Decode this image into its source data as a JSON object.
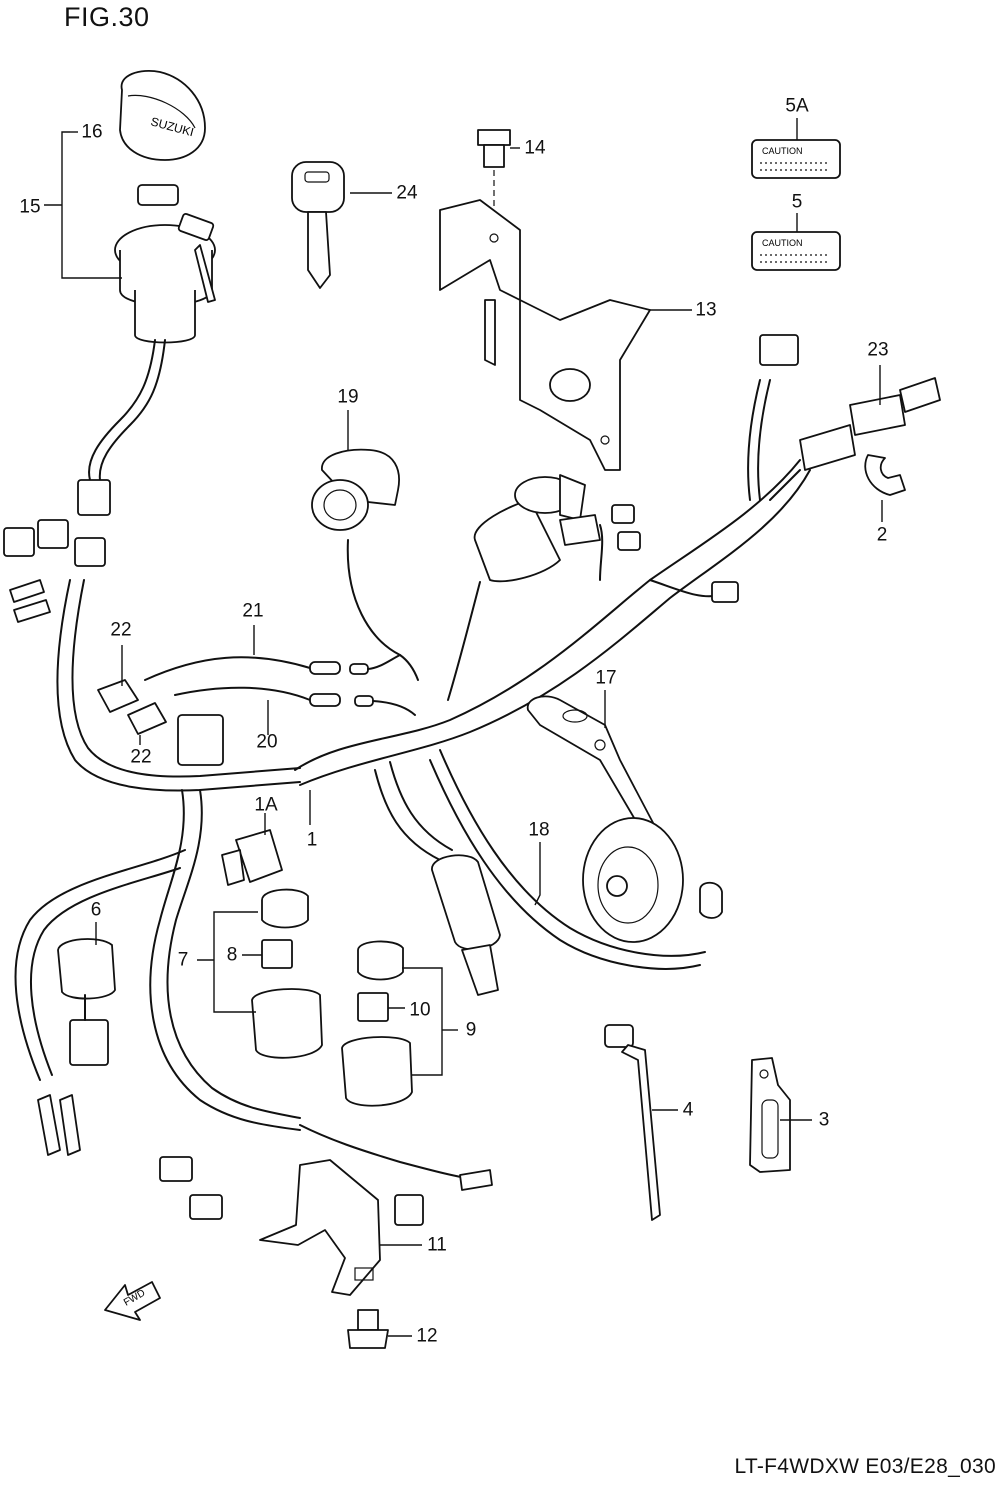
{
  "figure": {
    "title": "FIG.30",
    "code": "LT-F4WDXW E03/E28_030"
  },
  "callouts": {
    "c1": "1",
    "c1A": "1A",
    "c2": "2",
    "c3": "3",
    "c4": "4",
    "c5": "5",
    "c5A": "5A",
    "c6": "6",
    "c7": "7",
    "c8": "8",
    "c9": "9",
    "c10": "10",
    "c11": "11",
    "c12": "12",
    "c13": "13",
    "c14": "14",
    "c15": "15",
    "c16": "16",
    "c17": "17",
    "c18": "18",
    "c19": "19",
    "c20": "20",
    "c21": "21",
    "c22a": "22",
    "c22b": "22",
    "c23": "23",
    "c24": "24"
  },
  "artwork_text": {
    "cap_brand": "SUZUKI",
    "fwd_arrow": "FWD",
    "label_5A": "CAUTION",
    "label_5": "CAUTION"
  }
}
